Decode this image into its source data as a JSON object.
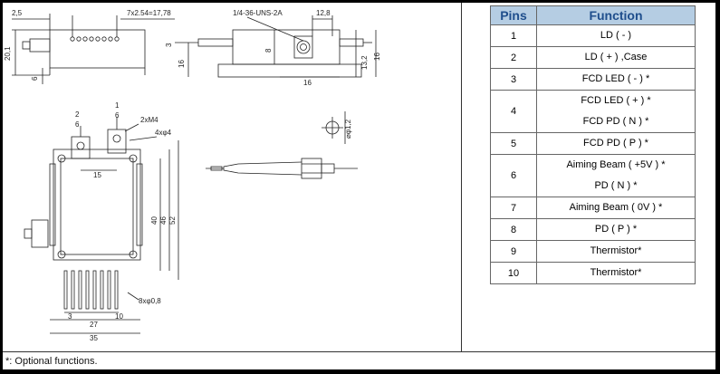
{
  "table": {
    "headers": {
      "pins": "Pins",
      "function": "Function"
    },
    "rows": [
      {
        "pin": "1",
        "lines": [
          "LD ( - )"
        ]
      },
      {
        "pin": "2",
        "lines": [
          "LD ( + ) ,Case"
        ]
      },
      {
        "pin": "3",
        "lines": [
          "FCD LED ( - ) *"
        ]
      },
      {
        "pin": "4",
        "lines": [
          "FCD LED ( + ) *",
          "FCD PD ( N ) *"
        ]
      },
      {
        "pin": "5",
        "lines": [
          "FCD PD ( P ) *"
        ]
      },
      {
        "pin": "6",
        "lines": [
          "Aiming Beam ( +5V ) *",
          "PD ( N ) *"
        ]
      },
      {
        "pin": "7",
        "lines": [
          "Aiming Beam ( 0V ) *"
        ]
      },
      {
        "pin": "8",
        "lines": [
          "PD ( P ) *"
        ]
      },
      {
        "pin": "9",
        "lines": [
          "Thermistor*"
        ]
      },
      {
        "pin": "10",
        "lines": [
          "Thermistor*"
        ]
      }
    ]
  },
  "footnote": "*: Optional functions.",
  "drawing": {
    "labels": {
      "d_2_5": "2,5",
      "d_pitch": "7x2.54=17,78",
      "d_thread": "1/4-36-UNS-2A",
      "d_12_8": "12,8",
      "d_20_1": "20,1",
      "d_6_side": "6",
      "d_3": "3",
      "d_16_left": "16",
      "d_8": "8",
      "d_13_2": "13,2",
      "d_16_right": "16",
      "d_16_bottom": "16",
      "d_phi1_2": "⌀φ1,2",
      "d_pin2": "2",
      "d_pin2_6": "6",
      "d_pin1": "1",
      "d_pin1_6": "6",
      "d_2xm4": "2xM4",
      "d_4xphi4": "4xφ4",
      "d_15": "15",
      "d_40": "40",
      "d_46": "46",
      "d_52": "52",
      "d_8xphi": "8xφ0,8",
      "d_pin3": "3",
      "d_pin10": "10",
      "d_27": "27",
      "d_35": "35"
    }
  }
}
